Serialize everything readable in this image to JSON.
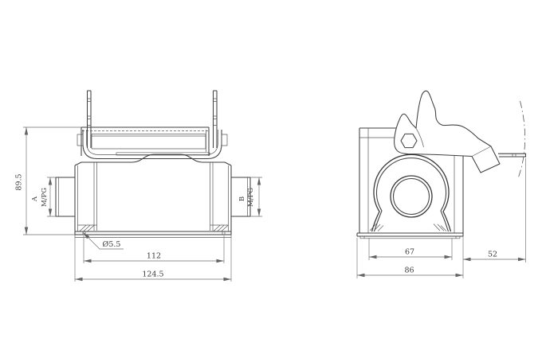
{
  "colors": {
    "line": "#3f3f3f",
    "dimension": "#6e6e6e",
    "text": "#3a3a3a",
    "background": "#ffffff"
  },
  "front_view": {
    "dim_overall_height": "89.5",
    "dim_overall_width": "124.5",
    "dim_hole_spacing": "112",
    "dim_hole_diameter": "Ø5.5",
    "entry_a_label": "A",
    "entry_a_thread": "M/PG",
    "entry_b_label": "B",
    "entry_b_thread": "M/PG"
  },
  "side_view": {
    "dim_foot_spacing": "67",
    "dim_overall_depth": "86",
    "dim_lever_projection": "52"
  }
}
